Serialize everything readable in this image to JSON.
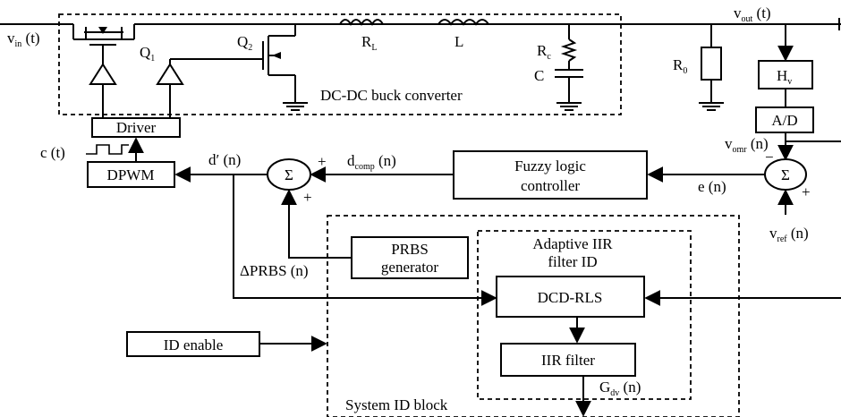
{
  "signals": {
    "vin": "v",
    "vin_sub": "in",
    "vin_suffix": " (t)",
    "vout": "v",
    "vout_sub": "out",
    "vout_suffix": " (t)",
    "vomr": "v",
    "vomr_sub": "omr",
    "vomr_suffix": " (n)",
    "vref": "v",
    "vref_sub": "ref",
    "vref_suffix": " (n)",
    "ct": "c (t)",
    "dprime": "d′ (n)",
    "dcomp": "d",
    "dcomp_sub": "comp",
    "dcomp_suffix": " (n)",
    "en": "e (n)",
    "dprbs": "ΔPRBS (n)",
    "gdv": "G",
    "gdv_sub": "dv",
    "gdv_suffix": " (n)"
  },
  "components": {
    "q1": "Q",
    "q1_sub": "1",
    "q2": "Q",
    "q2_sub": "2",
    "rl": "R",
    "rl_sub": "L",
    "l": "L",
    "rc": "R",
    "rc_sub": "c",
    "c": "C",
    "r0": "R",
    "r0_sub": "0",
    "hv": "H",
    "hv_sub": "v"
  },
  "blocks": {
    "converter": "DC-DC buck converter",
    "driver": "Driver",
    "dpwm": "DPWM",
    "ad": "A/D",
    "fuzzy_line1": "Fuzzy logic",
    "fuzzy_line2": "controller",
    "prbs_line1": "PRBS",
    "prbs_line2": "generator",
    "filter_id_line1": "Adaptive IIR",
    "filter_id_line2": "filter ID",
    "dcd": "DCD-RLS",
    "iir": "IIR filter",
    "id_enable": "ID enable",
    "system_id": "System ID block"
  },
  "symbols": {
    "sum": "Σ",
    "plus": "+",
    "minus": "−"
  }
}
